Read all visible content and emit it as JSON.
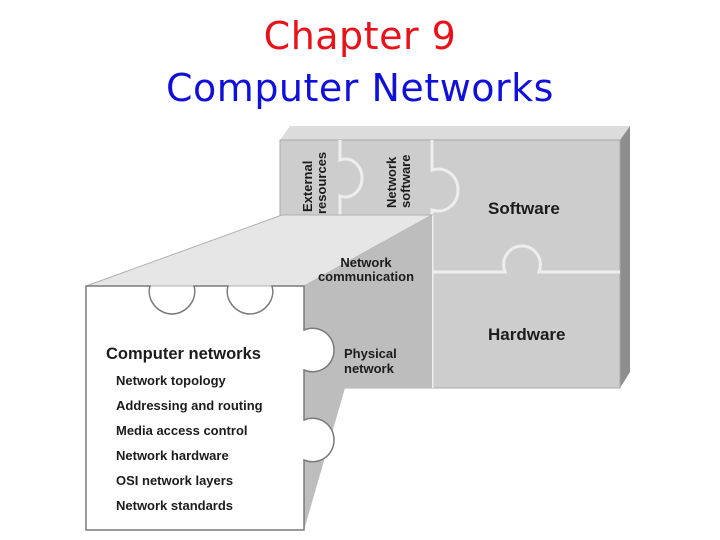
{
  "title": {
    "line1": "Chapter 9",
    "line2": "Computer Networks",
    "line1_color": "#e8121a",
    "line2_color": "#1010d8"
  },
  "diagram": {
    "top_row": {
      "external_resources": [
        "External",
        "resources"
      ],
      "network_software": [
        "Network",
        "software"
      ],
      "software": "Software"
    },
    "middle": {
      "network_communication": [
        "Network",
        "communication"
      ],
      "hardware": "Hardware",
      "physical_network": [
        "Physical",
        "network"
      ]
    },
    "front_piece": {
      "heading": "Computer networks",
      "items": [
        "Network topology",
        "Addressing and routing",
        "Media access control",
        "Network hardware",
        "OSI network layers",
        "Network standards"
      ]
    },
    "colors": {
      "box_front": "#cdcdcd",
      "box_top": "#dcdcdc",
      "box_side": "#8e8e8e",
      "inner_dark": "#9c9c9c",
      "inner_mid": "#b4b4b4",
      "front_piece": "#ffffff"
    }
  }
}
